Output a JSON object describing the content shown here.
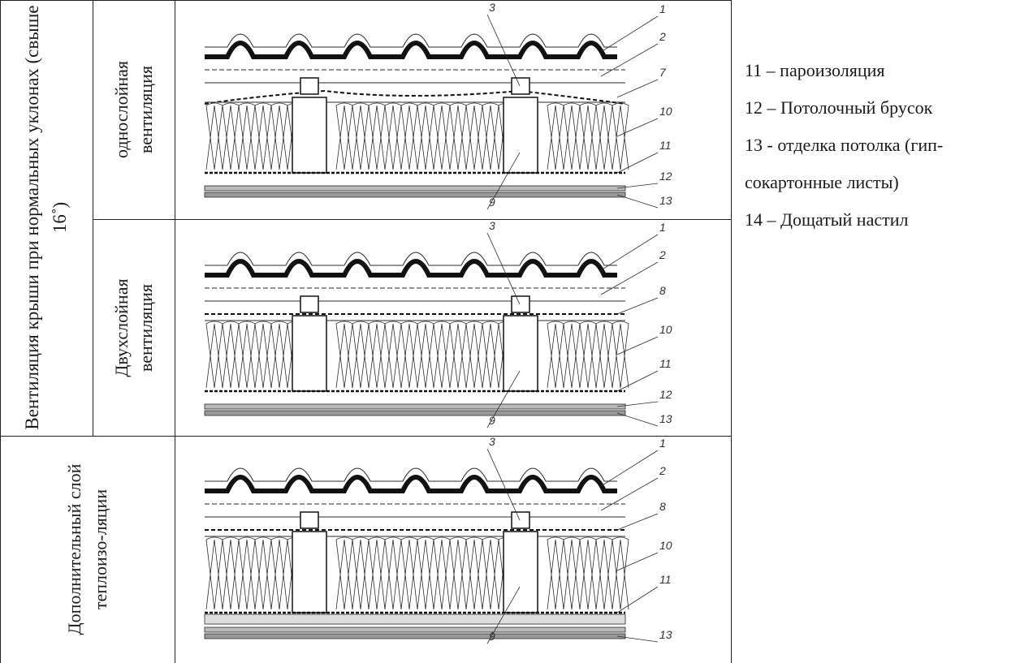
{
  "table": {
    "group_label_1": "Вентиляция крыши при нормальных уклонах (свыше 16˚)",
    "row_1_label": "однослойная вентиляция",
    "row_2_label": "Двухслойная вентиляция",
    "row_3_label": "Дополнительный слой теплоизо-ляции"
  },
  "legend": {
    "items": [
      "11 – пароизоляция",
      "12 – Потолочный брусок",
      "13 - отделка потолка (гип-",
      "сокартонные листы)",
      "14 – Дощатый настил"
    ]
  },
  "drawings": [
    {
      "name": "single-layer",
      "callouts": [
        "3",
        "1",
        "2",
        "7",
        "10",
        "11",
        "12",
        "13",
        "9"
      ]
    },
    {
      "name": "double-layer",
      "callouts": [
        "3",
        "1",
        "2",
        "8",
        "10",
        "11",
        "12",
        "13",
        "9"
      ]
    },
    {
      "name": "extra-insulation",
      "callouts": [
        "3",
        "1",
        "2",
        "8",
        "10",
        "11",
        "13",
        "9"
      ]
    }
  ]
}
